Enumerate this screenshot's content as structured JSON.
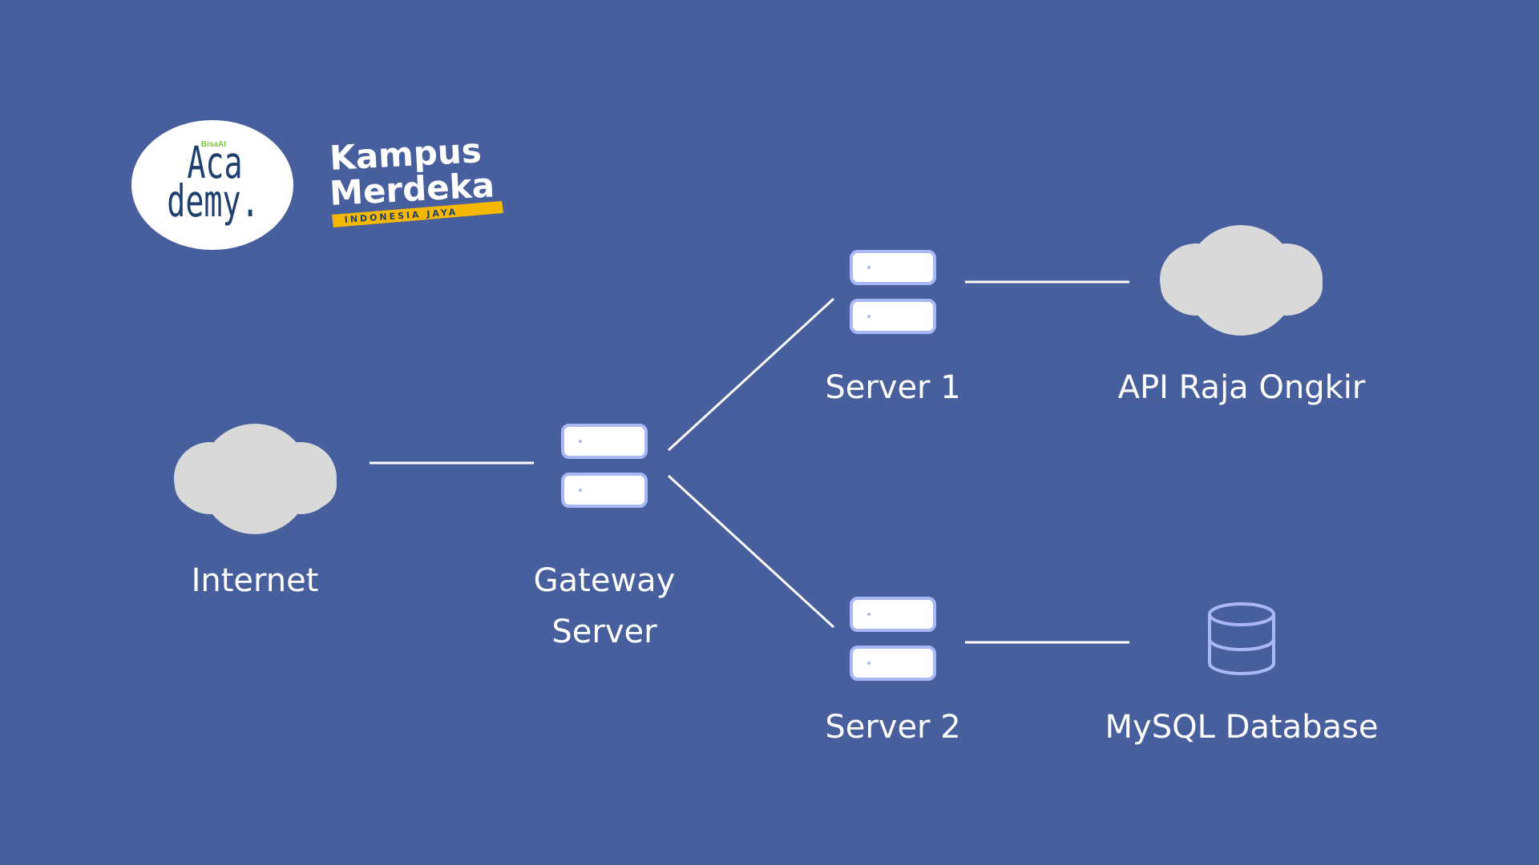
{
  "logos": {
    "academy": {
      "badge_text": "BisaAI",
      "line1": "Aca",
      "line2": "demy."
    },
    "kampus_merdeka": {
      "line1": "Kampus",
      "line2": "Merdeka",
      "ribbon": "INDONESIA JAYA"
    }
  },
  "nodes": {
    "internet": {
      "label": "Internet",
      "icon": "cloud-icon"
    },
    "gateway": {
      "label_line1": "Gateway",
      "label_line2": "Server",
      "icon": "server-icon"
    },
    "server1": {
      "label": "Server 1",
      "icon": "server-icon"
    },
    "server2": {
      "label": "Server 2",
      "icon": "server-icon"
    },
    "api": {
      "label": "API Raja Ongkir",
      "icon": "cloud-icon"
    },
    "mysql": {
      "label": "MySQL Database",
      "icon": "database-icon"
    }
  },
  "edges": [
    {
      "from": "internet",
      "to": "gateway"
    },
    {
      "from": "gateway",
      "to": "server1"
    },
    {
      "from": "gateway",
      "to": "server2"
    },
    {
      "from": "server1",
      "to": "api"
    },
    {
      "from": "server2",
      "to": "mysql"
    }
  ],
  "colors": {
    "background": "#485f9e",
    "line": "#ffffff",
    "cloud": "#d9d9d9",
    "server_outline": "#a9b8f5",
    "server_fill": "#ffffff",
    "database_stroke": "#a9b8f5",
    "logo_text": "#1f3f6e",
    "logo_accent": "#7cc242",
    "ribbon": "#f5b800"
  }
}
